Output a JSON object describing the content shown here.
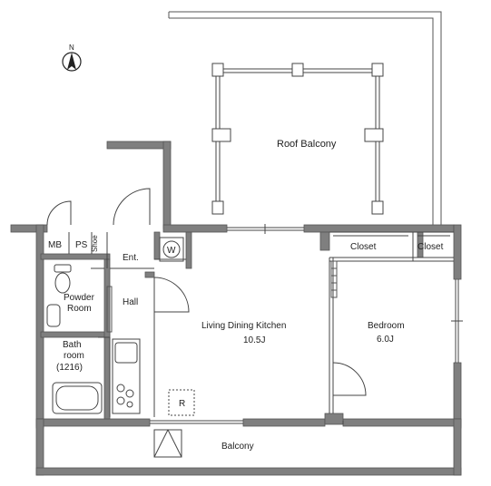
{
  "north": "N",
  "rooms": {
    "roof_balcony": "Roof Balcony",
    "mb": "MB",
    "ps": "PS",
    "shoe": "Shoe",
    "ent": "Ent.",
    "w": "W",
    "closet_1": "Closet",
    "closet_2": "Closet",
    "powder_1": "Powder",
    "powder_2": "Room",
    "hall": "Hall",
    "ldk_name": "Living Dining Kitchen",
    "ldk_size": "10.5J",
    "bedroom_name": "Bedroom",
    "bedroom_size": "6.0J",
    "bath_1": "Bath",
    "bath_2": "room",
    "bath_3": "(1216)",
    "r": "R",
    "balcony": "Balcony"
  },
  "colors": {
    "wall": "#7a7a7a",
    "wall_edge": "#555555",
    "line": "#444444",
    "light": "#999999"
  }
}
